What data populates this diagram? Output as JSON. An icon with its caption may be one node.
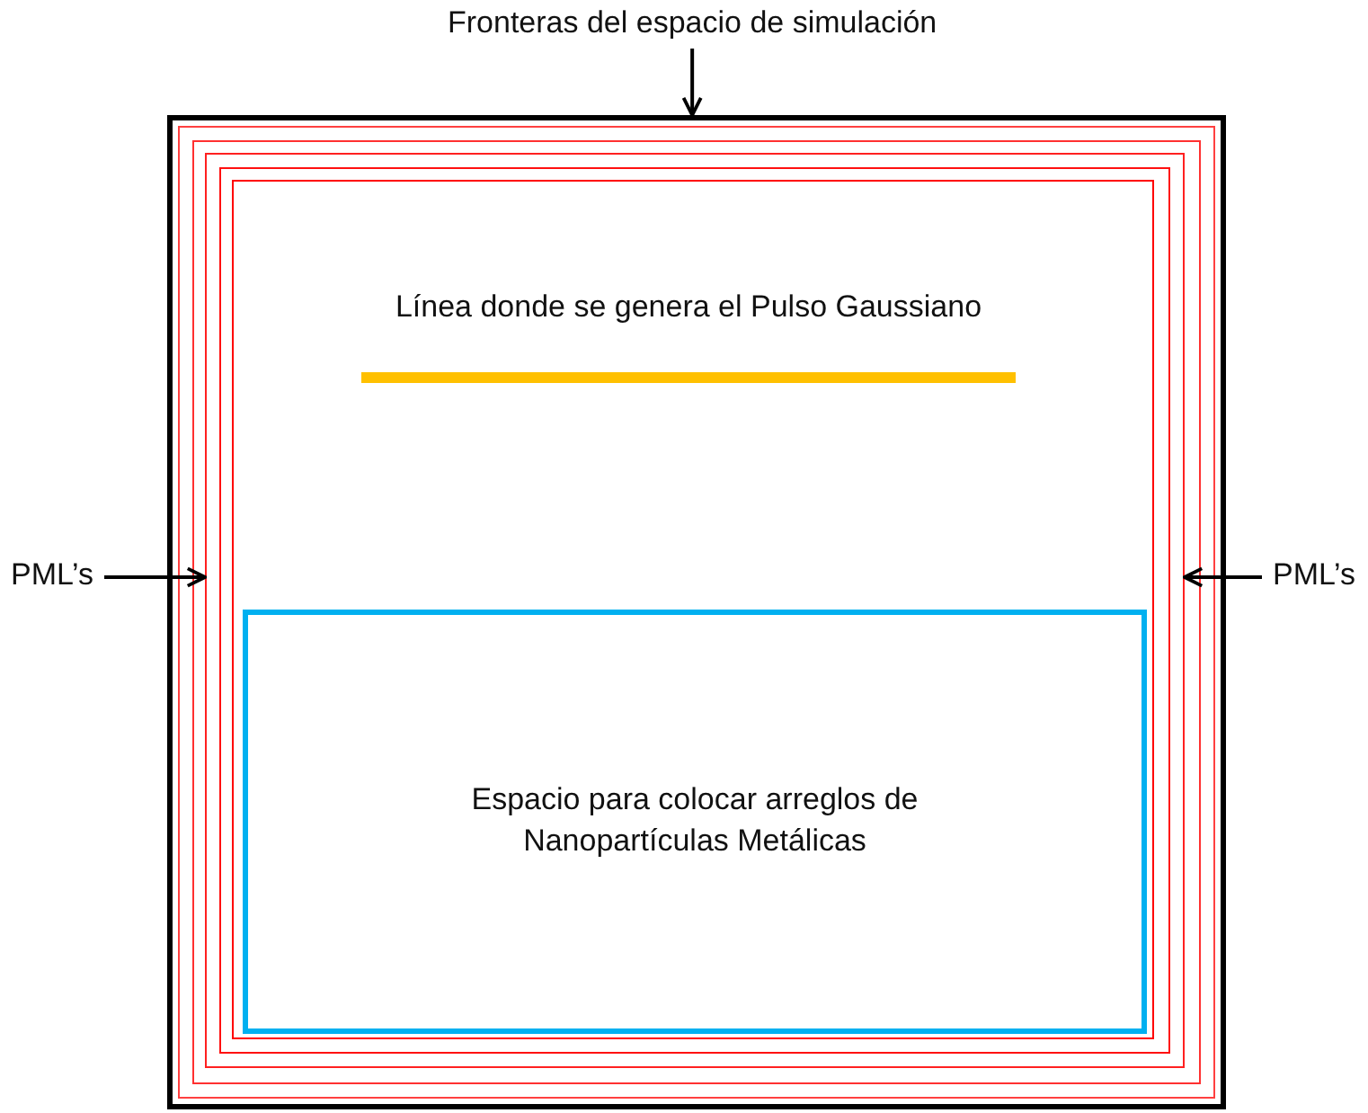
{
  "diagram": {
    "nodes": [
      {
        "text": [
          "Fronteras del espacio de simulación"
        ]
      },
      {
        "text": [],
        "shape": "box"
      },
      {
        "text": [],
        "shape": "box",
        "in": 1
      },
      {
        "text": [],
        "shape": "box",
        "in": 2
      },
      {
        "text": [],
        "shape": "box",
        "in": 3
      },
      {
        "text": [],
        "shape": "box",
        "in": 4
      },
      {
        "text": [],
        "shape": "box",
        "in": 5
      },
      {
        "text": [
          "Línea donde se genera el Pulso Gaussiano"
        ],
        "in": 6
      },
      {
        "text": [
          "Espacio para colocar arreglos de Nanopartículas Metálicas"
        ],
        "in": 6
      },
      {
        "text": [
          "PML’s"
        ]
      },
      {
        "text": [
          "PML’s"
        ]
      }
    ],
    "edges": [
      {
        "from": 0,
        "to": 1,
        "arrow": "to"
      },
      {
        "from": 9,
        "to": 4,
        "arrow": "to"
      },
      {
        "from": 10,
        "to": 4,
        "arrow": "to"
      }
    ]
  }
}
